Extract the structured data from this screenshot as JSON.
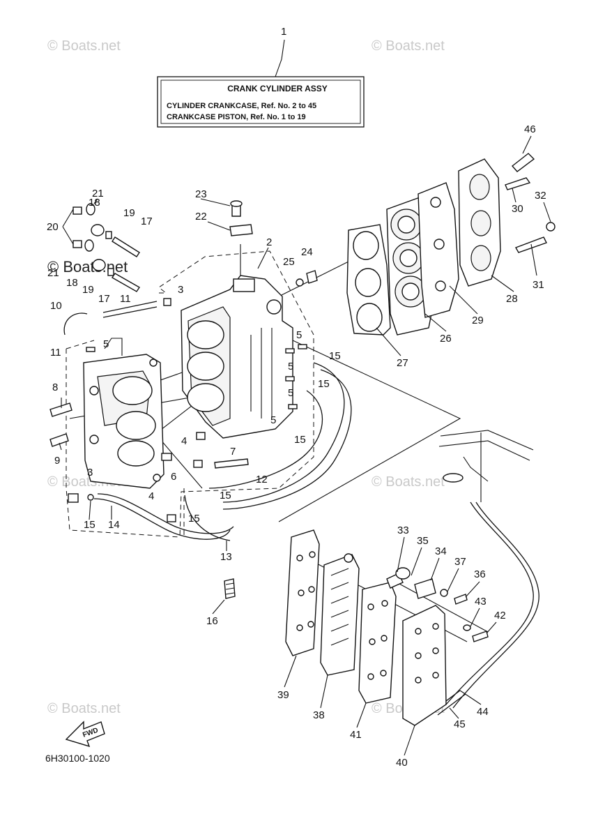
{
  "title_box": {
    "heading": "CRANK CYLINDER ASSY",
    "line1": "CYLINDER CRANKCASE, Ref. No. 2 to 45",
    "line2": "CRANKCASE PISTON,  Ref. No. 1 to 19"
  },
  "watermark": "© Boats.net",
  "diagram_code": "6H30100-1020",
  "fwd_label": "FWD",
  "callouts": {
    "c1": "1",
    "c2": "2",
    "c3a": "3",
    "c3b": "3",
    "c4a": "4",
    "c4b": "4",
    "c5a": "5",
    "c5b": "5",
    "c5c": "5",
    "c5d": "5",
    "c5e": "5",
    "c6": "6",
    "c7": "7",
    "c8": "8",
    "c9": "9",
    "c10": "10",
    "c11a": "11",
    "c11b": "11",
    "c12": "12",
    "c13": "13",
    "c14": "14",
    "c15a": "15",
    "c15b": "15",
    "c15c": "15",
    "c15d": "15",
    "c15e": "15",
    "c15f": "15",
    "c16": "16",
    "c17a": "17",
    "c17b": "17",
    "c18a": "18",
    "c18b": "18",
    "c19a": "19",
    "c19b": "19",
    "c20": "20",
    "c21a": "21",
    "c21b": "21",
    "c22": "22",
    "c23": "23",
    "c24": "24",
    "c25": "25",
    "c26": "26",
    "c27": "27",
    "c28": "28",
    "c29": "29",
    "c30": "30",
    "c31": "31",
    "c32": "32",
    "c33": "33",
    "c34": "34",
    "c35": "35",
    "c36": "36",
    "c37": "37",
    "c38": "38",
    "c39": "39",
    "c40": "40",
    "c41": "41",
    "c42": "42",
    "c43": "43",
    "c44": "44",
    "c45": "45",
    "c46": "46"
  }
}
